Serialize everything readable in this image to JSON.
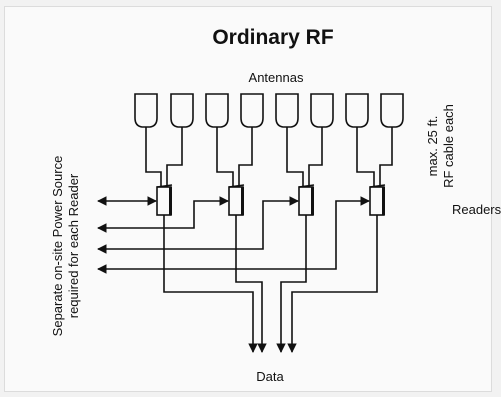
{
  "diagram": {
    "title": "Ordinary RF",
    "antennas_label": "Antennas",
    "cable_note": "max. 25 ft.\nRF cable each",
    "readers_label": "Readers",
    "power_note": "Separate on-site Power Source\nrequired for each Reader",
    "data_label": "Data",
    "reader_count": 4,
    "antennas_per_reader": 2
  }
}
